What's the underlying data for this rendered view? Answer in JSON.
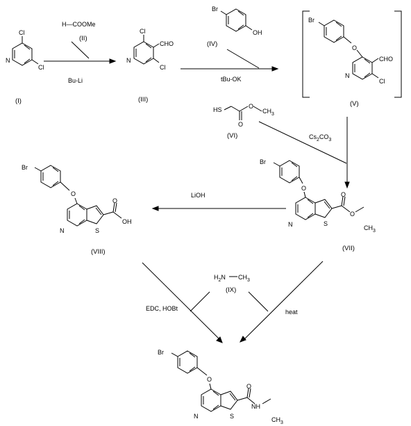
{
  "compounds": {
    "I": {
      "id": "(I)"
    },
    "II": {
      "id": "(II)",
      "formula": "H—COOMe"
    },
    "III": {
      "id": "(III)"
    },
    "IV": {
      "id": "(IV)"
    },
    "V": {
      "id": "(V)"
    },
    "VI": {
      "id": "(VI)"
    },
    "VII": {
      "id": "(VII)"
    },
    "VIII": {
      "id": "(VIII)"
    },
    "IX": {
      "id": "(IX)"
    }
  },
  "atoms": {
    "cl": "Cl",
    "n": "N",
    "br": "Br",
    "o": "O",
    "s": "S",
    "oh": "OH",
    "cho": "CHO",
    "hs": "HS",
    "ch3": "CH",
    "h": "H",
    "sub2": "2",
    "sub3": "3",
    "nh": "N"
  },
  "reagents": {
    "buli": "Bu-Li",
    "tbuok": "tBu-OK",
    "cs2co3_a": "Cs",
    "cs2co3_b": "2",
    "cs2co3_c": "CO",
    "cs2co3_d": "3",
    "lioh": "LiOH",
    "edc": "EDC, HOBt",
    "heat": "heat"
  }
}
